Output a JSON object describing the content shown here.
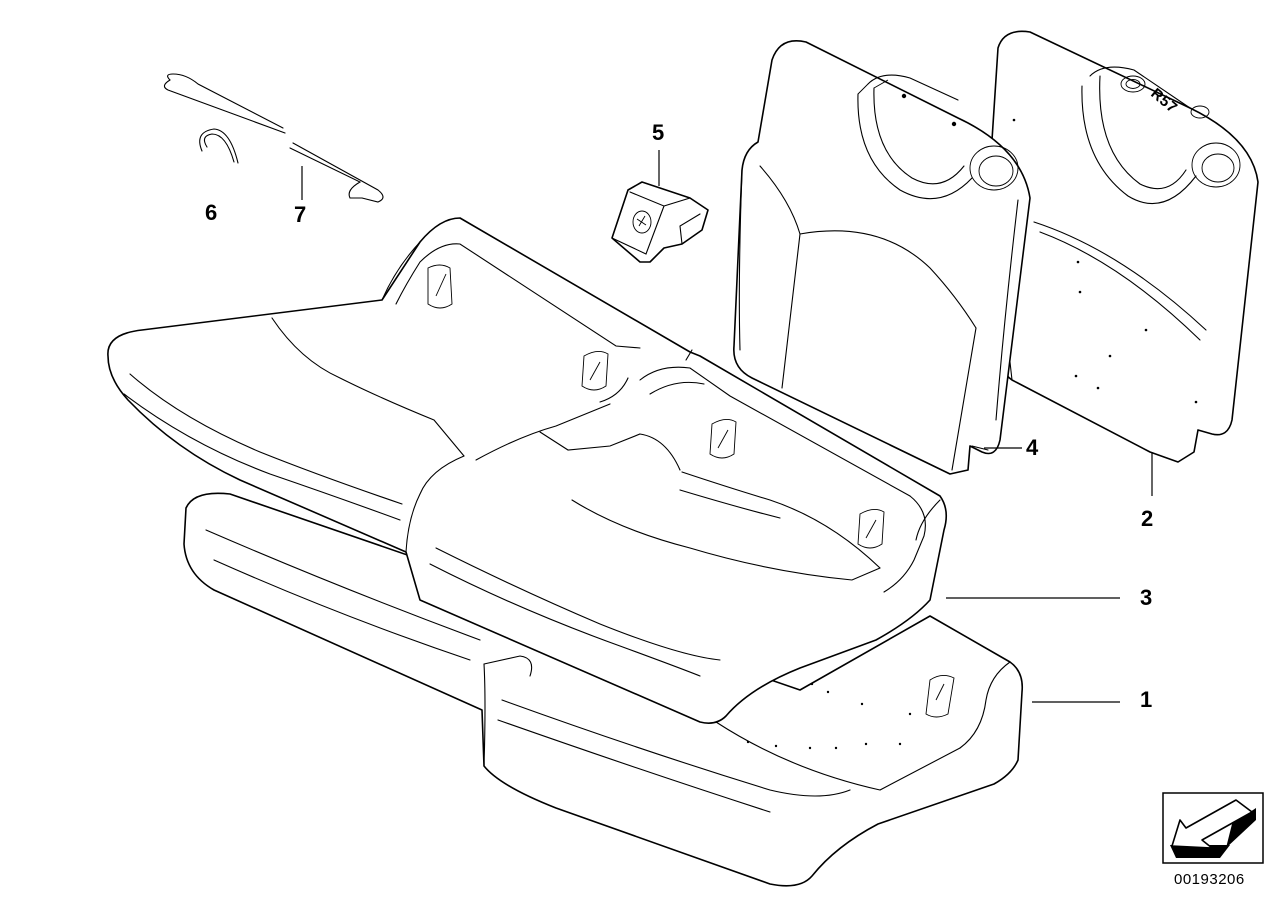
{
  "callouts": [
    "1",
    "2",
    "3",
    "4",
    "5",
    "6",
    "7"
  ],
  "backrest_marking": "R57",
  "diagram_number": "00193206",
  "icon": "direction-arrow-icon"
}
